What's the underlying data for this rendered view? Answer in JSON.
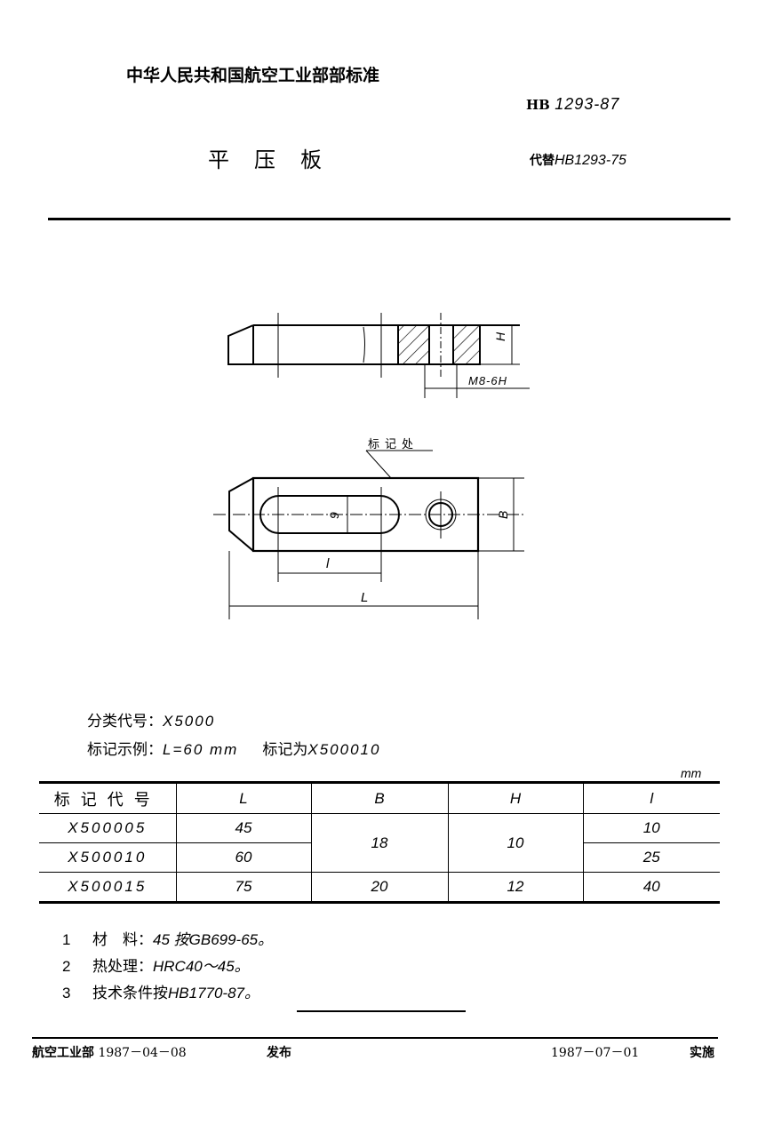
{
  "header": {
    "organization": "中华人民共和国航空工业部部标准",
    "standard_prefix": "HB",
    "standard_number": "1293-87",
    "title": "平压板",
    "replaces_prefix": "代替",
    "replaces_number": "HB1293-75",
    "rule_color": "#000000"
  },
  "drawing": {
    "thread_label": "M8-6H",
    "dim_H": "H",
    "marking_label": "标记处",
    "dim_b": "9",
    "dim_B": "B",
    "dim_l": "l",
    "dim_L": "L"
  },
  "info": {
    "classification_label": "分类代号：",
    "classification_value": "X5000",
    "example_label": "标记示例：",
    "example_value": "L=60 mm",
    "example_mark_label": "标记为",
    "example_mark_value": "X500010"
  },
  "table": {
    "unit": "mm",
    "headers": [
      "标记代号",
      "L",
      "B",
      "H",
      "l"
    ],
    "rows": [
      {
        "code": "X500005",
        "L": "45",
        "B": "18",
        "H": "10",
        "l": "10"
      },
      {
        "code": "X500010",
        "L": "60",
        "B": "18",
        "H": "10",
        "l": "25"
      },
      {
        "code": "X500015",
        "L": "75",
        "B": "20",
        "H": "12",
        "l": "40"
      }
    ]
  },
  "notes": [
    {
      "num": "1",
      "label": "材　料：",
      "value": "45 按GB699-65。"
    },
    {
      "num": "2",
      "label": "热处理：",
      "value": "HRC40～45。"
    },
    {
      "num": "3",
      "label": "技术条件按",
      "value": "HB1770-87。"
    }
  ],
  "footer": {
    "issuer": "航空工业部",
    "issue_date": "1987－04－08",
    "issue_label": "发布",
    "impl_date": "1987－07－01",
    "impl_label": "实施"
  }
}
